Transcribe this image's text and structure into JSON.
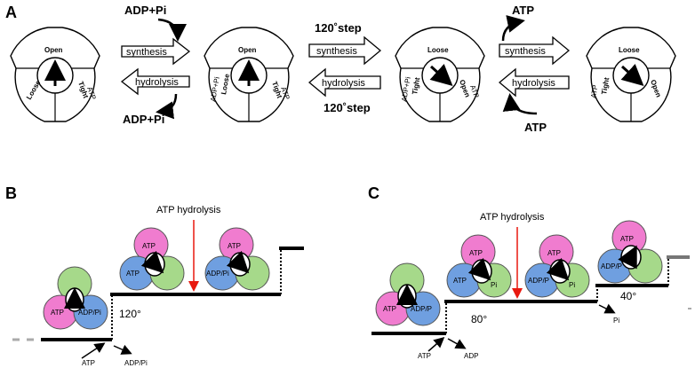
{
  "panels": {
    "a": "A",
    "b": "B",
    "c": "C"
  },
  "panel_a": {
    "rotor1": {
      "top": "Open",
      "left": "Loose",
      "right": "Tight",
      "right_small": "ATP"
    },
    "rotor2": {
      "top": "Open",
      "left": "Loose",
      "right": "Tight",
      "left_small": "ADP+Pi",
      "right_small": "ATP"
    },
    "rotor3": {
      "top": "Loose",
      "left": "Tight",
      "right": "Open",
      "left_small": "ADP+Pi",
      "right_small": "ATP"
    },
    "rotor4": {
      "top": "Loose",
      "left": "Tight",
      "right": "Open",
      "left_small": "ATP"
    },
    "labels": {
      "adp_pi_top": "ADP+Pi",
      "adp_pi_bottom": "ADP+Pi",
      "step_top": "120˚step",
      "step_bottom": "120˚step",
      "atp_top": "ATP",
      "atp_bottom": "ATP",
      "synthesis": "synthesis",
      "hydrolysis": "hydrolysis"
    }
  },
  "panel_b": {
    "hydrolysis_label": "ATP hydrolysis",
    "angle": "120°",
    "atp_in": "ATP",
    "adp_out": "ADP/Pi",
    "c1": {
      "atp": "ATP",
      "adp": "ADP/Pi"
    },
    "c2": {
      "atp_top": "ATP",
      "atp_left": "ATP"
    },
    "c3": {
      "atp_top": "ATP",
      "adp": "ADP/Pi"
    }
  },
  "panel_c": {
    "hydrolysis_label": "ATP hydrolysis",
    "angle_80": "80°",
    "angle_40": "40°",
    "atp_in": "ATP",
    "adp_out": "ADP",
    "pi_out": "Pi",
    "c1": {
      "atp": "ATP",
      "adp": "ADP/P"
    },
    "c2": {
      "atp_top": "ATP",
      "atp_left": "ATP",
      "pi": "Pi"
    },
    "c3": {
      "atp_top": "ATP",
      "adp": "ADP/P",
      "pi": "Pi"
    },
    "c4": {
      "atp_top": "ATP",
      "adp": "ADP/P"
    }
  },
  "colors": {
    "pink": "#f07ccf",
    "blue": "#6f9fe0",
    "green": "#a6d98a",
    "red": "#e8190f"
  }
}
